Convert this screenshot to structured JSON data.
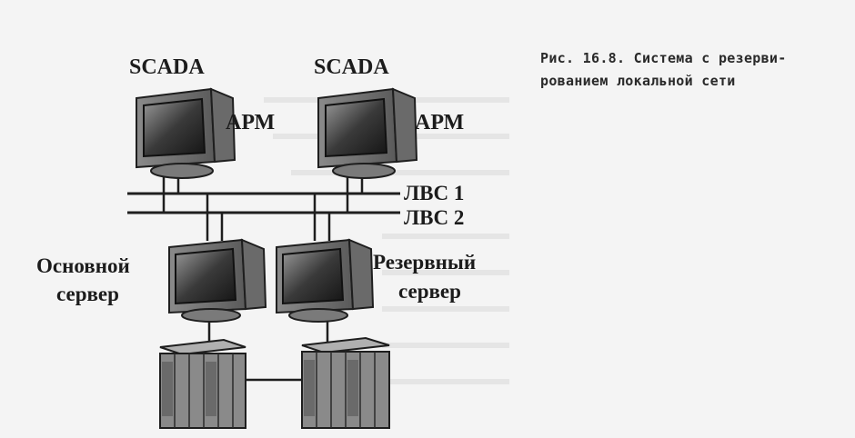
{
  "diagram": {
    "workstations": [
      {
        "title": "SCADA",
        "role": "АРМ"
      },
      {
        "title": "SCADA",
        "role": "АРМ"
      }
    ],
    "networks": [
      "ЛВС 1",
      "ЛВС 2"
    ],
    "servers": [
      {
        "line1": "Основной",
        "line2": "сервер"
      },
      {
        "line1": "Резервный",
        "line2": "сервер"
      }
    ]
  },
  "caption": {
    "line1": "Рис. 16.8. Система с резерви-",
    "line2": "рованием локальной сети"
  }
}
